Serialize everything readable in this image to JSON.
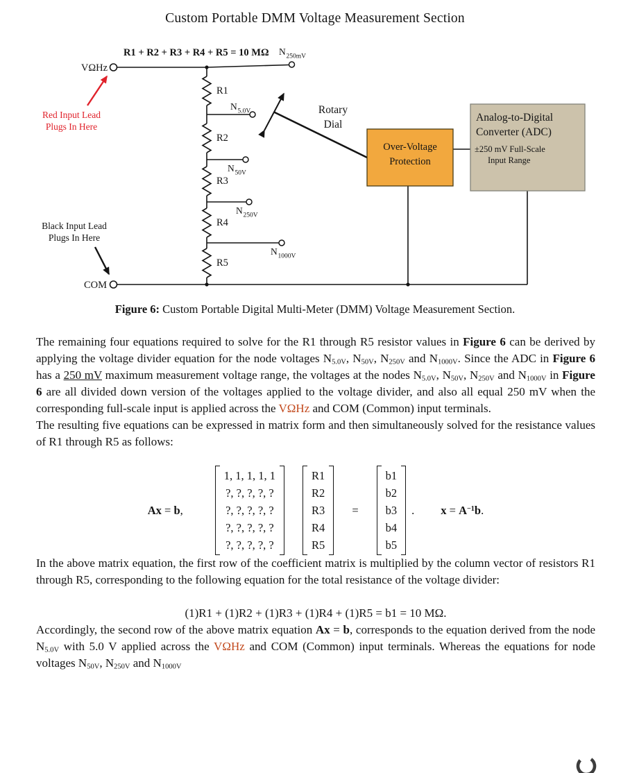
{
  "colors": {
    "accent": "#c2491d",
    "lead-red": "#e0222b",
    "ovp-fill": "#f2a83e",
    "adc-fill": "#ccc2ab",
    "wire": "#141414"
  },
  "title": "Custom Portable DMM Voltage Measurement Section",
  "diagram": {
    "sum_equation": "R1 + R2 + R3 + R4 + R5 = 10 MΩ",
    "input_terminal": "VΩHz",
    "common_terminal": "COM",
    "resistors": [
      "R1",
      "R2",
      "R3",
      "R4",
      "R5"
    ],
    "nodes": {
      "top": {
        "base": "N",
        "sub": "250mV"
      },
      "t5": {
        "base": "N",
        "sub": "5.0V"
      },
      "t50": {
        "base": "N",
        "sub": "50V"
      },
      "t250": {
        "base": "N",
        "sub": "250V"
      },
      "t1000": {
        "base": "N",
        "sub": "1000V"
      }
    },
    "red_lead_line1": "Red Input Lead",
    "red_lead_line2": "Plugs In Here",
    "black_lead_line1": "Black Input Lead",
    "black_lead_line2": "Plugs In Here",
    "rotary_line1": "Rotary",
    "rotary_line2": "Dial",
    "ovp_line1": "Over-Voltage",
    "ovp_line2": "Protection",
    "adc_title1": "Analog-to-Digital",
    "adc_title2": "Converter (ADC)",
    "adc_sub1": "±250 mV Full-Scale",
    "adc_sub2": "Input Range"
  },
  "caption": [
    {
      "t": "Figure 6:",
      "s": "b"
    },
    {
      "t": " Custom Portable Digital Multi-Meter (DMM) Voltage Measurement Section."
    }
  ],
  "paragraphs": {
    "p1": [
      {
        "t": "The remaining four equations required to solve for the R1 through R5 resistor values in "
      },
      {
        "t": "Figure 6",
        "s": "b"
      },
      {
        "t": " can be derived by applying the voltage divider equation for the node voltages N"
      },
      {
        "t": "5.0V",
        "s": "sub"
      },
      {
        "t": ", N"
      },
      {
        "t": "50V",
        "s": "sub"
      },
      {
        "t": ", N"
      },
      {
        "t": "250V",
        "s": "sub"
      },
      {
        "t": " and N"
      },
      {
        "t": "1000V",
        "s": "sub"
      },
      {
        "t": ". Since the ADC in "
      },
      {
        "t": "Figure 6",
        "s": "b"
      },
      {
        "t": " has a "
      },
      {
        "t": "250 mV",
        "s": "u"
      },
      {
        "t": " maximum measurement voltage range, the voltages at the nodes N"
      },
      {
        "t": "5.0V",
        "s": "sub"
      },
      {
        "t": ", N"
      },
      {
        "t": "50V",
        "s": "sub"
      },
      {
        "t": ", N"
      },
      {
        "t": "250V",
        "s": "sub"
      },
      {
        "t": " and N"
      },
      {
        "t": "1000V",
        "s": "sub"
      },
      {
        "t": " in "
      },
      {
        "t": "Figure 6",
        "s": "b"
      },
      {
        "t": " are all divided down version of the voltages applied to the voltage divider, and also all equal 250 mV when the corresponding full-scale input is applied across the "
      },
      {
        "t": "VΩHz",
        "s": "accent"
      },
      {
        "t": " and COM (Common) input terminals."
      }
    ],
    "p2": "The resulting five equations can be expressed in matrix form and then simultaneously solved for the resistance values of R1 through R5 as follows:",
    "p3": "In the above matrix equation, the first row of the coefficient matrix is multiplied by the column vector of resistors R1 through R5, corresponding to the following equation for the total resistance of the voltage divider:",
    "p4": [
      {
        "t": "Accordingly, the second row of the above matrix equation "
      },
      {
        "t": "Ax",
        "s": "b"
      },
      {
        "t": " = "
      },
      {
        "t": "b",
        "s": "b"
      },
      {
        "t": ", corresponds to the equation derived from the node N"
      },
      {
        "t": "5.0V",
        "s": "sub"
      },
      {
        "t": " with 5.0 V applied across the "
      },
      {
        "t": "VΩHz",
        "s": "accent"
      },
      {
        "t": " and COM (Common) input terminals. Whereas the equations for node voltages N"
      },
      {
        "t": "50V",
        "s": "sub"
      },
      {
        "t": ", N"
      },
      {
        "t": "250V",
        "s": "sub"
      },
      {
        "t": " and N"
      },
      {
        "t": "1000V",
        "s": "sub"
      }
    ]
  },
  "matrix": {
    "lhs": [
      {
        "t": "Ax",
        "s": "b"
      },
      {
        "t": " = "
      },
      {
        "t": "b",
        "s": "b"
      },
      {
        "t": ","
      }
    ],
    "A": [
      "1, 1, 1, 1, 1",
      "?, ?, ?, ?, ?",
      "?, ?, ?, ?, ?",
      "?, ?, ?, ?, ?",
      "?, ?, ?, ?, ?"
    ],
    "x": [
      "R1",
      "R2",
      "R3",
      "R4",
      "R5"
    ],
    "equals": "=",
    "b": [
      "b1",
      "b2",
      "b3",
      "b4",
      "b5"
    ],
    "period": ".",
    "rhs": [
      {
        "t": "x",
        "s": "b"
      },
      {
        "t": " = "
      },
      {
        "t": "A",
        "s": "b"
      },
      {
        "t": "−1",
        "s": "b sup"
      },
      {
        "t": "b",
        "s": "b"
      },
      {
        "t": "."
      }
    ]
  },
  "equation_total": "(1)R1 + (1)R2 + (1)R3 + (1)R4 + (1)R5 = b1 =  10 MΩ."
}
